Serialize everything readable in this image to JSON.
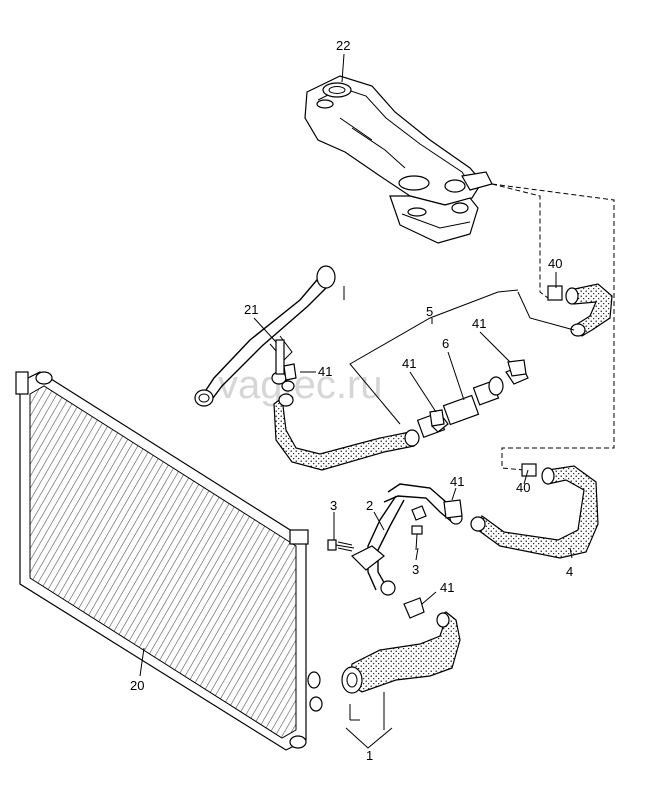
{
  "watermark": "vagtec.ru",
  "callouts": [
    {
      "id": "c22",
      "text": "22"
    },
    {
      "id": "c21",
      "text": "21"
    },
    {
      "id": "c40a",
      "text": "40"
    },
    {
      "id": "c40b",
      "text": "40"
    },
    {
      "id": "c5",
      "text": "5"
    },
    {
      "id": "c41a",
      "text": "41"
    },
    {
      "id": "c41b",
      "text": "41"
    },
    {
      "id": "c41c",
      "text": "41"
    },
    {
      "id": "c41d",
      "text": "41"
    },
    {
      "id": "c41e",
      "text": "41"
    },
    {
      "id": "c6",
      "text": "6"
    },
    {
      "id": "c3a",
      "text": "3"
    },
    {
      "id": "c3b",
      "text": "3"
    },
    {
      "id": "c2",
      "text": "2"
    },
    {
      "id": "c4",
      "text": "4"
    },
    {
      "id": "c20",
      "text": "20"
    },
    {
      "id": "c1",
      "text": "1"
    }
  ]
}
